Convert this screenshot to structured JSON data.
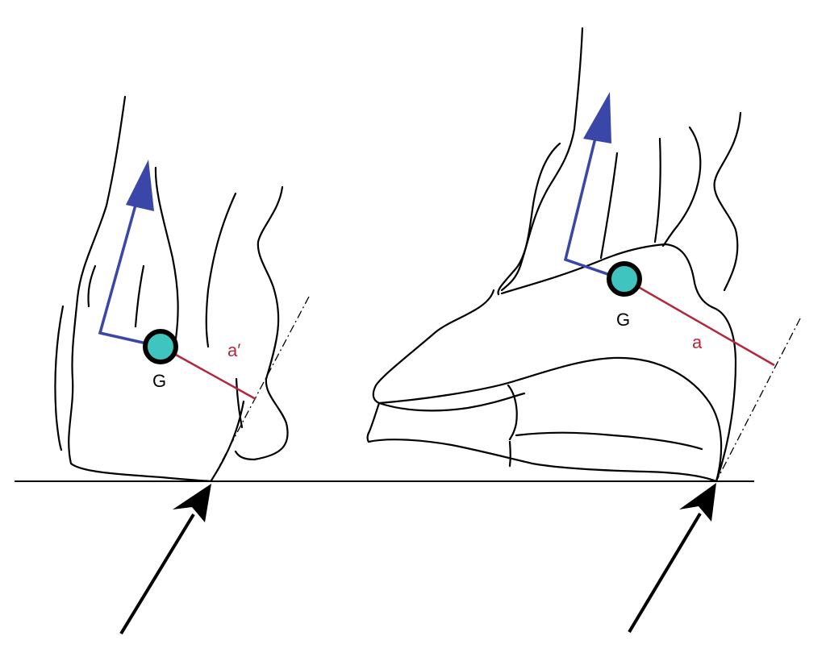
{
  "labels": {
    "left_center": "G",
    "left_arm": "a′",
    "right_center": "G",
    "right_arm": "a"
  },
  "colors": {
    "outline": "#000000",
    "force_vector": "#3a47a8",
    "lever_arm": "#b3273d",
    "center_of_gravity_fill": "#3fc4bf",
    "ground_reaction_arrow": "#000000",
    "background": "#ffffff"
  },
  "icons": {
    "center_marker": "circle",
    "arrowhead": "triangle"
  }
}
